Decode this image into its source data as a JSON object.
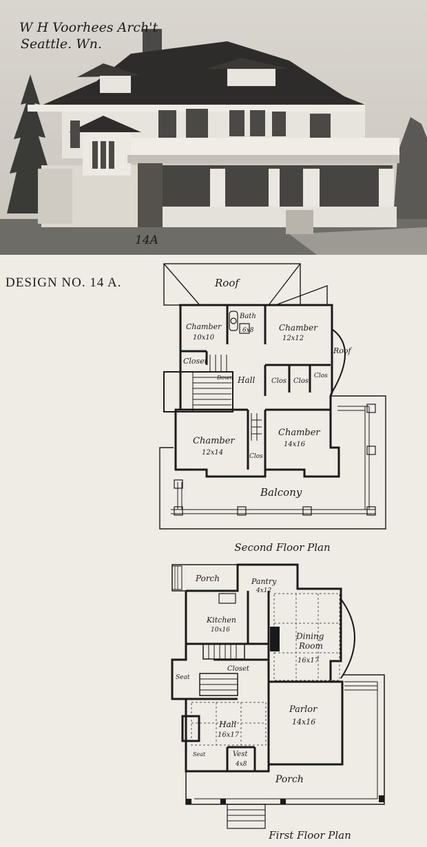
{
  "photo": {
    "architect_line1": "W H Voorhees Arch't",
    "architect_line2": "Seattle. Wn.",
    "plate": "14A"
  },
  "design": {
    "title": "DESIGN NO. 14 A."
  },
  "second_floor": {
    "caption": "Second Floor Plan",
    "roof_top": "Roof",
    "roof_side": "Roof",
    "chamber_nw": {
      "name": "Chamber",
      "size": "10x10"
    },
    "bath": {
      "name": "Bath",
      "size": "6x8"
    },
    "chamber_ne": {
      "name": "Chamber",
      "size": "12x12"
    },
    "closet": "Closet",
    "hall": "Hall",
    "down": "Down",
    "clos_a": "Clos",
    "clos_b": "Clos",
    "clos_c": "Clos",
    "clos_d": "Clos",
    "chamber_sw": {
      "name": "Chamber",
      "size": "12x14"
    },
    "chamber_se": {
      "name": "Chamber",
      "size": "14x16"
    },
    "balcony": "Balcony"
  },
  "first_floor": {
    "caption": "First Floor Plan",
    "porch_back": "Porch",
    "pantry": {
      "name": "Pantry",
      "size": "4x12"
    },
    "kitchen": {
      "name": "Kitchen",
      "size": "10x16"
    },
    "dining": {
      "name": "Dining",
      "name2": "Room",
      "size": "16x17"
    },
    "closet": "Closet",
    "seat": "Seat",
    "parlor": {
      "name": "Parlor",
      "size": "14x16"
    },
    "hall": {
      "name": "Hall",
      "size": "16x17"
    },
    "seat_hall": "Seat",
    "vest": {
      "name": "Vest",
      "size": "4x8"
    },
    "porch_front": "Porch"
  }
}
